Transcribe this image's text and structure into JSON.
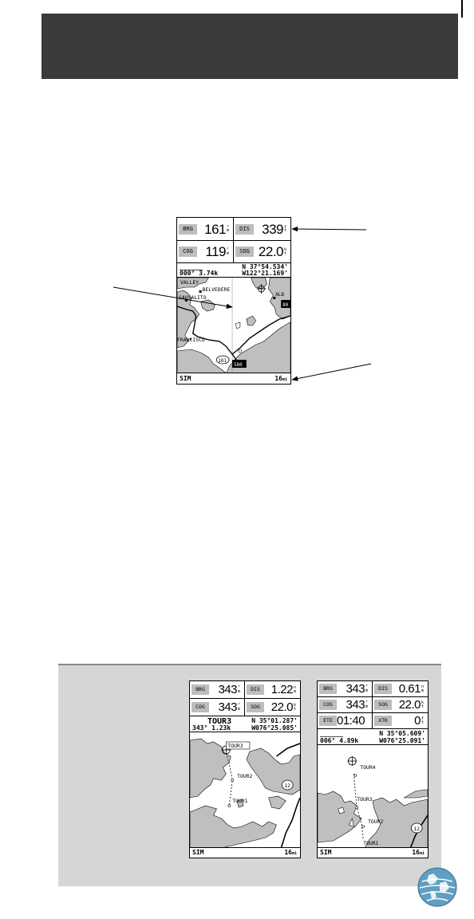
{
  "main_screen": {
    "fields": [
      {
        "label": "BRG",
        "value": "161",
        "unit_top": "°",
        "unit_bottom": "m"
      },
      {
        "label": "DIS",
        "value": "339",
        "unit_top": "f",
        "unit_bottom": "t"
      },
      {
        "label": "COG",
        "value": "119",
        "unit_top": "°",
        "unit_bottom": "m"
      },
      {
        "label": "SOG",
        "value": "22.0",
        "unit_top": "k",
        "unit_bottom": "t"
      }
    ],
    "waypoint_name": "______",
    "lat": "N 37°54.534'",
    "course_speed": "000° 3.74k",
    "lon": "W122°21.169'",
    "map_labels": {
      "valley": "VALLEY",
      "belvedere": "BELVEDERE",
      "sausalito": "SAUSALITO",
      "francisco": "FRANCISCO",
      "alb": "ALB",
      "hwy_101": "101",
      "hwy_580": "580",
      "hwy_80": "80"
    },
    "status_left": "SIM",
    "status_right": "16",
    "status_unit": "mi"
  },
  "left_screen": {
    "fields": [
      {
        "label": "BRG",
        "value": "343",
        "unit_top": "°",
        "unit_bottom": "m"
      },
      {
        "label": "DIS",
        "value": "1.22",
        "unit_top": "n",
        "unit_bottom": "m"
      },
      {
        "label": "COG",
        "value": "343",
        "unit_top": "°",
        "unit_bottom": "m"
      },
      {
        "label": "SOG",
        "value": "22.0",
        "unit_top": "k",
        "unit_bottom": "t"
      }
    ],
    "waypoint_name": "TOUR3",
    "lat": "N 35°01.287'",
    "course_speed": "343° 1.23k",
    "lon": "W076°25.085'",
    "map_labels": {
      "tour3": "TOUR3",
      "tour2": "TOUR2",
      "tour1": "TOUR1",
      "route": "12"
    },
    "status_left": "SIM",
    "status_right": "16",
    "status_unit": "mi"
  },
  "right_screen": {
    "fields": [
      {
        "label": "BRG",
        "value": "343",
        "unit_top": "°",
        "unit_bottom": "m"
      },
      {
        "label": "DIS",
        "value": "0.61",
        "unit_top": "n",
        "unit_bottom": "m"
      },
      {
        "label": "COG",
        "value": "343",
        "unit_top": "°",
        "unit_bottom": "m"
      },
      {
        "label": "SOG",
        "value": "22.0",
        "unit_top": "k",
        "unit_bottom": "t"
      },
      {
        "label": "ETE",
        "value": "01:40",
        "unit_top": "",
        "unit_bottom": ""
      },
      {
        "label": "XTK",
        "value": "0",
        "unit_top": "f",
        "unit_bottom": "t"
      }
    ],
    "waypoint_name": "______",
    "lat": "N 35°05.609'",
    "course_speed": "006° 4.89k",
    "lon": "W076°25.091'",
    "map_labels": {
      "tour4": "TOUR4",
      "tour3": "TOUR3",
      "tour2": "TOUR2",
      "tour1": "TOUR1",
      "route": "12"
    },
    "status_left": "SIM",
    "status_right": "16",
    "status_unit": "mi"
  },
  "colors": {
    "header": "#3a3a3a",
    "panel": "#d6d6d6",
    "label_bg": "#bdbdbd",
    "globe": "#5f9fc0"
  }
}
